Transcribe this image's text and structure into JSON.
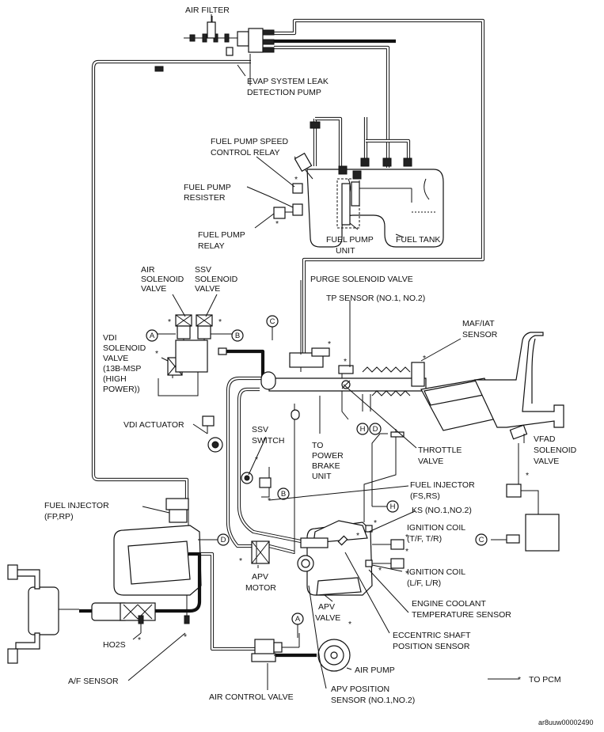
{
  "labels": {
    "air_filter": "AIR FILTER",
    "evap_1": "EVAP SYSTEM LEAK",
    "evap_2": "DETECTION PUMP",
    "fpsc_1": "FUEL PUMP SPEED",
    "fpsc_2": "CONTROL RELAY",
    "fpr_1": "FUEL PUMP",
    "fpr_2": "RESISTER",
    "fprelay_1": "FUEL PUMP",
    "fprelay_2": "RELAY",
    "fpu_1": "FUEL PUMP",
    "fpu_2": "UNIT",
    "fuel_tank": "FUEL TANK",
    "air_sol_1": "AIR",
    "air_sol_2": "SOLENOID",
    "air_sol_3": "VALVE",
    "ssv_sol_1": "SSV",
    "ssv_sol_2": "SOLENOID",
    "ssv_sol_3": "VALVE",
    "purge": "PURGE SOLENOID VALVE",
    "tp_sensor": "TP SENSOR (NO.1, NO.2)",
    "mafiat_1": "MAF/IAT",
    "mafiat_2": "SENSOR",
    "vdi_1": "VDI",
    "vdi_2": "SOLENOID",
    "vdi_3": "VALVE",
    "vdi_4": "(13B-MSP",
    "vdi_5": "(HIGH",
    "vdi_6": "POWER))",
    "vdi_act": "VDI ACTUATOR",
    "ssv_sw_1": "SSV",
    "ssv_sw_2": "SWITCH",
    "brake_1": "TO",
    "brake_2": "POWER",
    "brake_3": "BRAKE",
    "brake_4": "UNIT",
    "throttle_1": "THROTTLE",
    "throttle_2": "VALVE",
    "vfad_1": "VFAD",
    "vfad_2": "SOLENOID",
    "vfad_3": "VALVE",
    "fi_fs_1": "FUEL INJECTOR",
    "fi_fs_2": "(FS,RS)",
    "fi_fp_1": "FUEL INJECTOR",
    "fi_fp_2": "(FP,RP)",
    "ks": "KS (NO.1,NO.2)",
    "ign_t_1": "IGNITION COIL",
    "ign_t_2": "(T/F, T/R)",
    "ign_l_1": "IGNITION COIL",
    "ign_l_2": "(L/F, L/R)",
    "apv_motor_1": "APV",
    "apv_motor_2": "MOTOR",
    "apv_valve_1": "APV",
    "apv_valve_2": "VALVE",
    "ect_1": "ENGINE COOLANT",
    "ect_2": "TEMPERATURE SENSOR",
    "ecc_1": "ECCENTRIC SHAFT",
    "ecc_2": "POSITION SENSOR",
    "ho2s": "HO2S",
    "af": "A/F SENSOR",
    "air_pump": "AIR PUMP",
    "acv": "AIR CONTROL VALVE",
    "apv_pos_1": "APV POSITION",
    "apv_pos_2": "SENSOR (NO.1,NO.2)",
    "to_pcm": "TO PCM",
    "figure_id": "ar8uuw00002490"
  },
  "markers": {
    "a": "A",
    "b": "B",
    "c": "C",
    "d": "D",
    "h": "H"
  },
  "pcm_mark": "*"
}
